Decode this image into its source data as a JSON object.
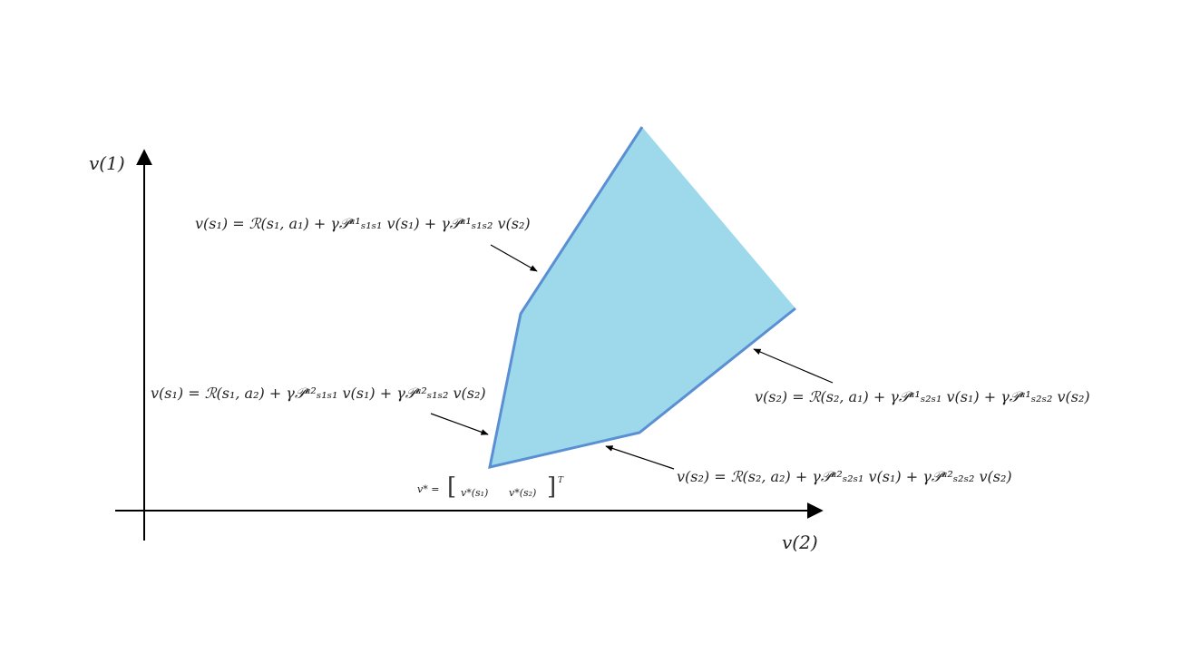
{
  "axes": {
    "y_label": "v(1)",
    "x_label": "v(2)",
    "axis_color": "#000000"
  },
  "region": {
    "fill_color": "#9dd9ea",
    "edge_color": "#5b8fd4"
  },
  "equations": {
    "top_left": "v(s₁) = ℛ(s₁, a₁) + γ𝒫ᵃ¹ₛ₁ₛ₁ v(s₁) + γ𝒫ᵃ¹ₛ₁ₛ₂ v(s₂)",
    "mid_left": "v(s₁) = ℛ(s₁, a₂) + γ𝒫ᵃ²ₛ₁ₛ₁ v(s₁) + γ𝒫ᵃ²ₛ₁ₛ₂ v(s₂)",
    "right_upper": "v(s₂) = ℛ(s₂, a₁) + γ𝒫ᵃ¹ₛ₂ₛ₁ v(s₁) + γ𝒫ᵃ¹ₛ₂ₛ₂ v(s₂)",
    "right_lower": "v(s₂) = ℛ(s₂, a₂) + γ𝒫ᵃ²ₛ₂ₛ₁ v(s₁) + γ𝒫ᵃ²ₛ₂ₛ₂ v(s₂)"
  },
  "optimal": {
    "lhs": "v* =",
    "entry1": "v*(s₁)",
    "entry2": "v*(s₂)",
    "transpose": "T"
  }
}
